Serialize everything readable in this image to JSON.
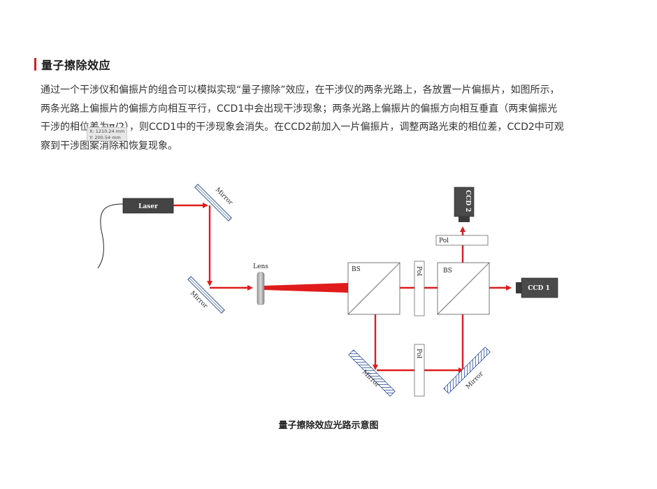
{
  "heading": "量子擦除效应",
  "paragraph": [
    "通过一个干涉仪和偏振片的组合可以模拟实现“量子擦除”效应，在干涉仪的两条光路上，各放置一片偏振片，如图所示，",
    "两条光路上偏振片的偏振方向相互平行，CCD1中会出现干涉现象；两条光路上偏振片的偏振方向相互垂直（两束偏振光",
    "干涉的相位差为π/2），则CCD1中的干涉现象会消失。在CCD2前加入一片偏振片，调整两路光束的相位差，CCD2中可观",
    "察到干涉图案消除和恢复现象。"
  ],
  "coordinate_tooltip": {
    "x": "X: 1210.24 mm",
    "y": "Y: 200.54 mm"
  },
  "diagram": {
    "laser": "Laser",
    "mirror": "Mirror",
    "lens": "Lens",
    "bs": "BS",
    "pol": "Pol",
    "ccd1": "CCD 1",
    "ccd2": "CCD 2",
    "beam_color": "#e01b1b",
    "device_color": "#4a4a4a"
  },
  "caption": "量子擦除效应光路示意图"
}
